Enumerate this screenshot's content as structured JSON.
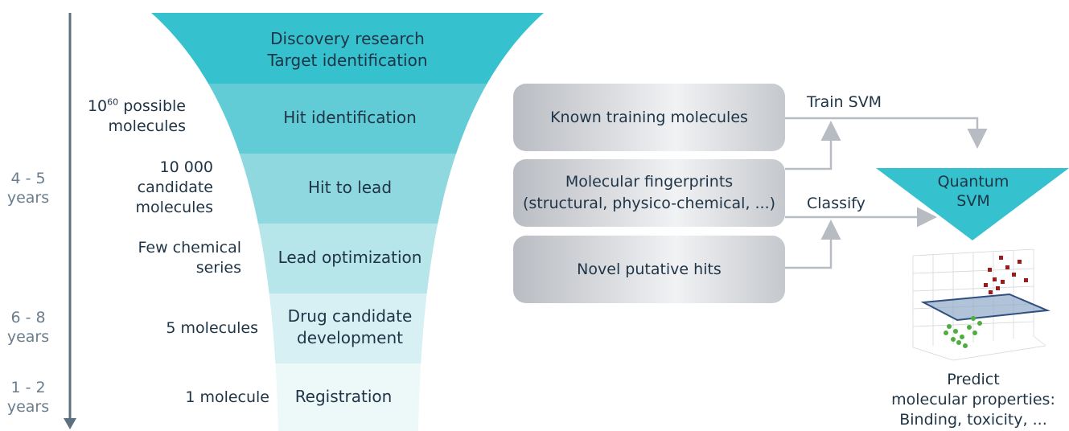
{
  "timeline": {
    "labels": [
      {
        "text": "4 - 5\nyears"
      },
      {
        "text": "6 - 8\nyears"
      },
      {
        "text": "1 - 2\nyears"
      }
    ]
  },
  "counts": [
    {
      "base": "10",
      "sup": "60",
      "rest": " possible",
      "line2": "molecules"
    },
    {
      "text": "10 000\ncandidate\nmolecules"
    },
    {
      "text": "Few chemical\nseries"
    },
    {
      "text": "5 molecules"
    },
    {
      "text": "1 molecule"
    }
  ],
  "funnel": {
    "stages": [
      {
        "text": "Discovery research\nTarget identification"
      },
      {
        "text": "Hit identification"
      },
      {
        "text": "Hit to lead"
      },
      {
        "text": "Lead optimization"
      },
      {
        "text": "Drug candidate\ndevelopment"
      },
      {
        "text": "Registration"
      }
    ]
  },
  "boxes": [
    {
      "text": "Known training molecules"
    },
    {
      "text": "Molecular fingerprints\n(structural, physico-chemical, ...)"
    },
    {
      "text": "Novel putative hits"
    }
  ],
  "arrows": {
    "train": "Train SVM",
    "classify": "Classify"
  },
  "classifier": {
    "title": "Quantum\nSVM"
  },
  "output": {
    "text": "Predict\nmolecular properties:\nBinding, toxicity, ..."
  },
  "colors": {
    "teal": "#35c1cd",
    "axis": "#5c7080"
  }
}
